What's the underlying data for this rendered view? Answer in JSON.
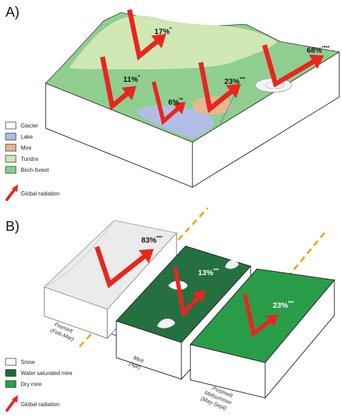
{
  "panel_a": {
    "label": "A)",
    "legend": [
      {
        "key": "glacier",
        "label": "Glacier",
        "color": "#ffffff"
      },
      {
        "key": "lake",
        "label": "Lake",
        "color": "#aebbe3"
      },
      {
        "key": "mire",
        "label": "Mire",
        "color": "#e8b48c"
      },
      {
        "key": "tundra",
        "label": "Tundra",
        "color": "#cfe7b2"
      },
      {
        "key": "birch",
        "label": "Birch forest",
        "color": "#8ccd8c"
      }
    ],
    "radiation_label": "Global radiation",
    "values": [
      {
        "key": "tundra",
        "value": "17%",
        "sig": "*"
      },
      {
        "key": "birch",
        "value": "11%",
        "sig": "*"
      },
      {
        "key": "lake",
        "value": "6%",
        "sig": "**"
      },
      {
        "key": "mire",
        "value": "23%",
        "sig": "***"
      },
      {
        "key": "glacier",
        "value": "68%",
        "sig": "****"
      }
    ]
  },
  "panel_b": {
    "label": "B)",
    "legend": [
      {
        "key": "snow",
        "label": "Snow",
        "color": "#ffffff"
      },
      {
        "key": "wet",
        "label": "Water saturated mire",
        "color": "#1d6b3a"
      },
      {
        "key": "dry",
        "label": "Dry mire",
        "color": "#2aa04a"
      }
    ],
    "radiation_label": "Global radiation",
    "values": [
      {
        "key": "premelt",
        "value": "83%",
        "sig": "***"
      },
      {
        "key": "melt",
        "value": "13%",
        "sig": "***"
      },
      {
        "key": "postmelt",
        "value": "23%",
        "sig": "***"
      }
    ],
    "seasons": {
      "premelt_1": "Premelt",
      "premelt_2": "(Feb-Mar)",
      "melt_1": "Melt",
      "melt_2": "(Apr)",
      "post_1": "Postmelt",
      "post_2": "Midsummer",
      "post_3": "(May-Sept)"
    }
  },
  "colors": {
    "arrow": "#e8261f",
    "dashed_line": "#f2a81d",
    "block_side": "#ffffff",
    "outline": "#222222"
  }
}
